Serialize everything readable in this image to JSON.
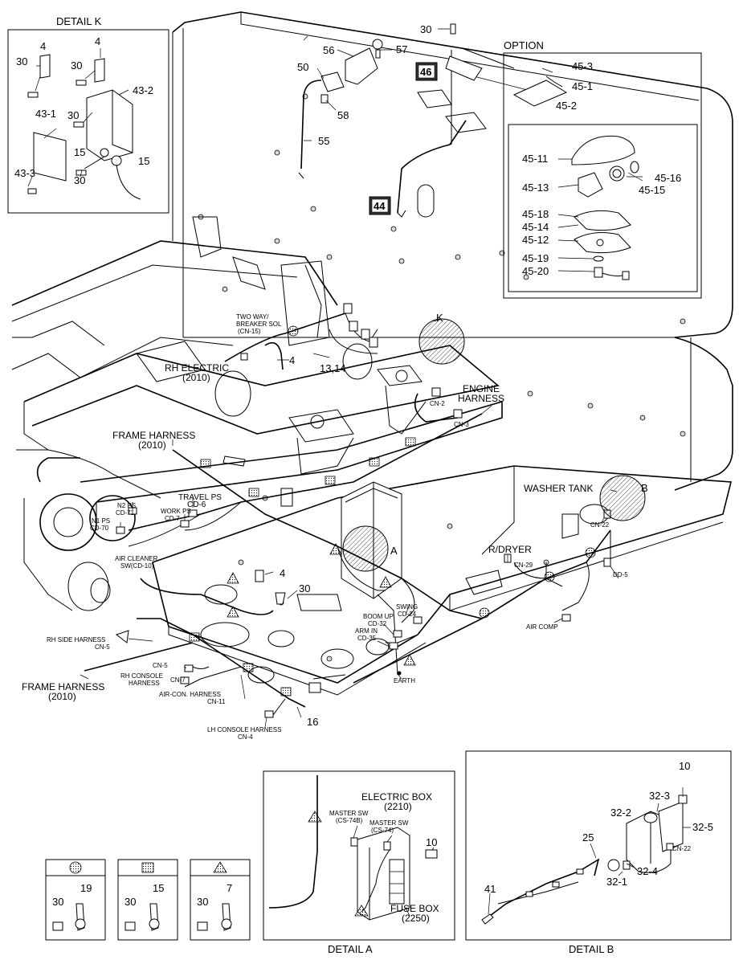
{
  "detail_k": {
    "title": "DETAIL  K",
    "labels": [
      "4",
      "4",
      "30",
      "30",
      "43-2",
      "43-1",
      "30",
      "15",
      "15",
      "43-3",
      "30"
    ]
  },
  "top_labels": [
    "30",
    "56",
    "57",
    "50",
    "58",
    "55",
    "46",
    "44"
  ],
  "option": {
    "title": "OPTION",
    "labels": [
      "45-3",
      "45-1",
      "45-2",
      "45-11",
      "45-16",
      "45-13",
      "45-15",
      "45-18",
      "45-14",
      "45-12",
      "45-19",
      "45-20"
    ]
  },
  "main": {
    "two_way_sol": [
      "TWO WAY/",
      "BREAKER SOL",
      "(CN-15)"
    ],
    "rh_electric": [
      "RH ELECTRIC",
      "(2010)"
    ],
    "callout_4a": "4",
    "callout_1314": "13,14",
    "k_marker": "K",
    "engine_harness": [
      "ENGINE",
      "HARNESS"
    ],
    "cn2": "CN-2",
    "cn3": "CN-3",
    "frame_harness_top": [
      "FRAME HARNESS",
      "(2010)"
    ],
    "travel_ps": [
      "TRAVEL PS",
      "CD-6"
    ],
    "n2_ps": [
      "N2 PS",
      "CD-71"
    ],
    "work_ps": [
      "WORK PS",
      "CD-7"
    ],
    "n1_ps": [
      "N1 PS",
      "CD-70"
    ],
    "washer_tank": "WASHER TANK",
    "b_marker": "B",
    "cn22": "CN-22",
    "air_cleaner": [
      "AIR CLEANER",
      "SW(CD-10)"
    ],
    "callout_4b": "4",
    "callout_30": "30",
    "a_marker": "A",
    "rdryer": "R/DRYER",
    "cn29": "CN-29",
    "dd5": "DD-5",
    "boom_up": [
      "BOOM UP",
      "CD-32"
    ],
    "swing": [
      "SWING",
      "CD-24"
    ],
    "arm_in": [
      "ARM IN",
      "CD-35"
    ],
    "air_comp": "AIR COMP",
    "rh_side_harness": [
      "RH SIDE HARNESS",
      "CN-5"
    ],
    "rh_console": [
      "RH CONSOLE",
      "HARNESS"
    ],
    "cn5b": "CN-5",
    "cn7": "CN-7",
    "earth": "EARTH",
    "air_con": [
      "AIR-CON. HARNESS",
      "CN-11"
    ],
    "frame_harness_bottom": [
      "FRAME HARNESS",
      "(2010)"
    ],
    "lh_console": [
      "LH CONSOLE HARNESS",
      "CN-4"
    ],
    "callout_16": "16"
  },
  "legend": [
    {
      "symbol": "circle",
      "labels": [
        "30",
        "19"
      ]
    },
    {
      "symbol": "square",
      "labels": [
        "30",
        "15"
      ]
    },
    {
      "symbol": "triangle",
      "labels": [
        "30",
        "7"
      ]
    }
  ],
  "detail_a": {
    "title": "DETAIL  A",
    "electric_box": [
      "ELECTRIC BOX",
      "(2210)"
    ],
    "master_sw_1": [
      "MASTER SW",
      "(CS-74B)"
    ],
    "master_sw_2": [
      "MASTER SW",
      "(CS-74)"
    ],
    "callout_10": "10",
    "fuse_box": [
      "FUSE BOX",
      "(2250)"
    ]
  },
  "detail_b": {
    "title": "DETAIL  B",
    "labels": [
      "10",
      "32-3",
      "32-2",
      "32-5",
      "CN-22",
      "25",
      "32-4",
      "32-1",
      "41"
    ]
  }
}
